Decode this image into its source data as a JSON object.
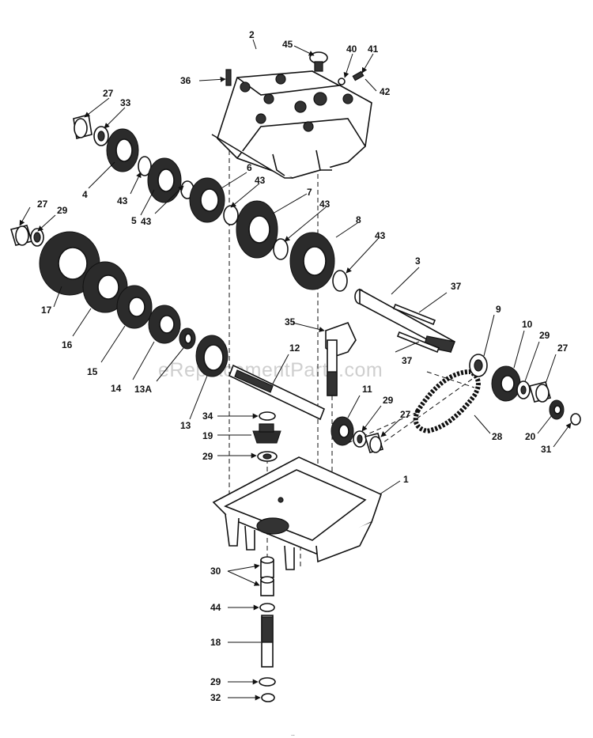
{
  "watermark": "eReplacementParts.com",
  "bottom_mark": "..",
  "labels": {
    "l1": "1",
    "l2": "2",
    "l3": "3",
    "l4": "4",
    "l5": "5",
    "l6": "6",
    "l7": "7",
    "l8": "8",
    "l9": "9",
    "l10": "10",
    "l11": "11",
    "l12": "12",
    "l13": "13",
    "l13A": "13A",
    "l14": "14",
    "l15": "15",
    "l16": "16",
    "l17": "17",
    "l18": "18",
    "l19": "19",
    "l20": "20",
    "l27a": "27",
    "l27b": "27",
    "l27c": "27",
    "l27d": "27",
    "l28": "28",
    "l29a": "29",
    "l29b": "29",
    "l29c": "29",
    "l29d": "29",
    "l29e": "29",
    "l30": "30",
    "l31": "31",
    "l32": "32",
    "l33": "33",
    "l34": "34",
    "l35": "35",
    "l36": "36",
    "l37a": "37",
    "l37b": "37",
    "l40": "40",
    "l41": "41",
    "l42": "42",
    "l43a": "43",
    "l43b": "43",
    "l43c": "43",
    "l43d": "43",
    "l43e": "43",
    "l44": "44",
    "l45": "45"
  }
}
